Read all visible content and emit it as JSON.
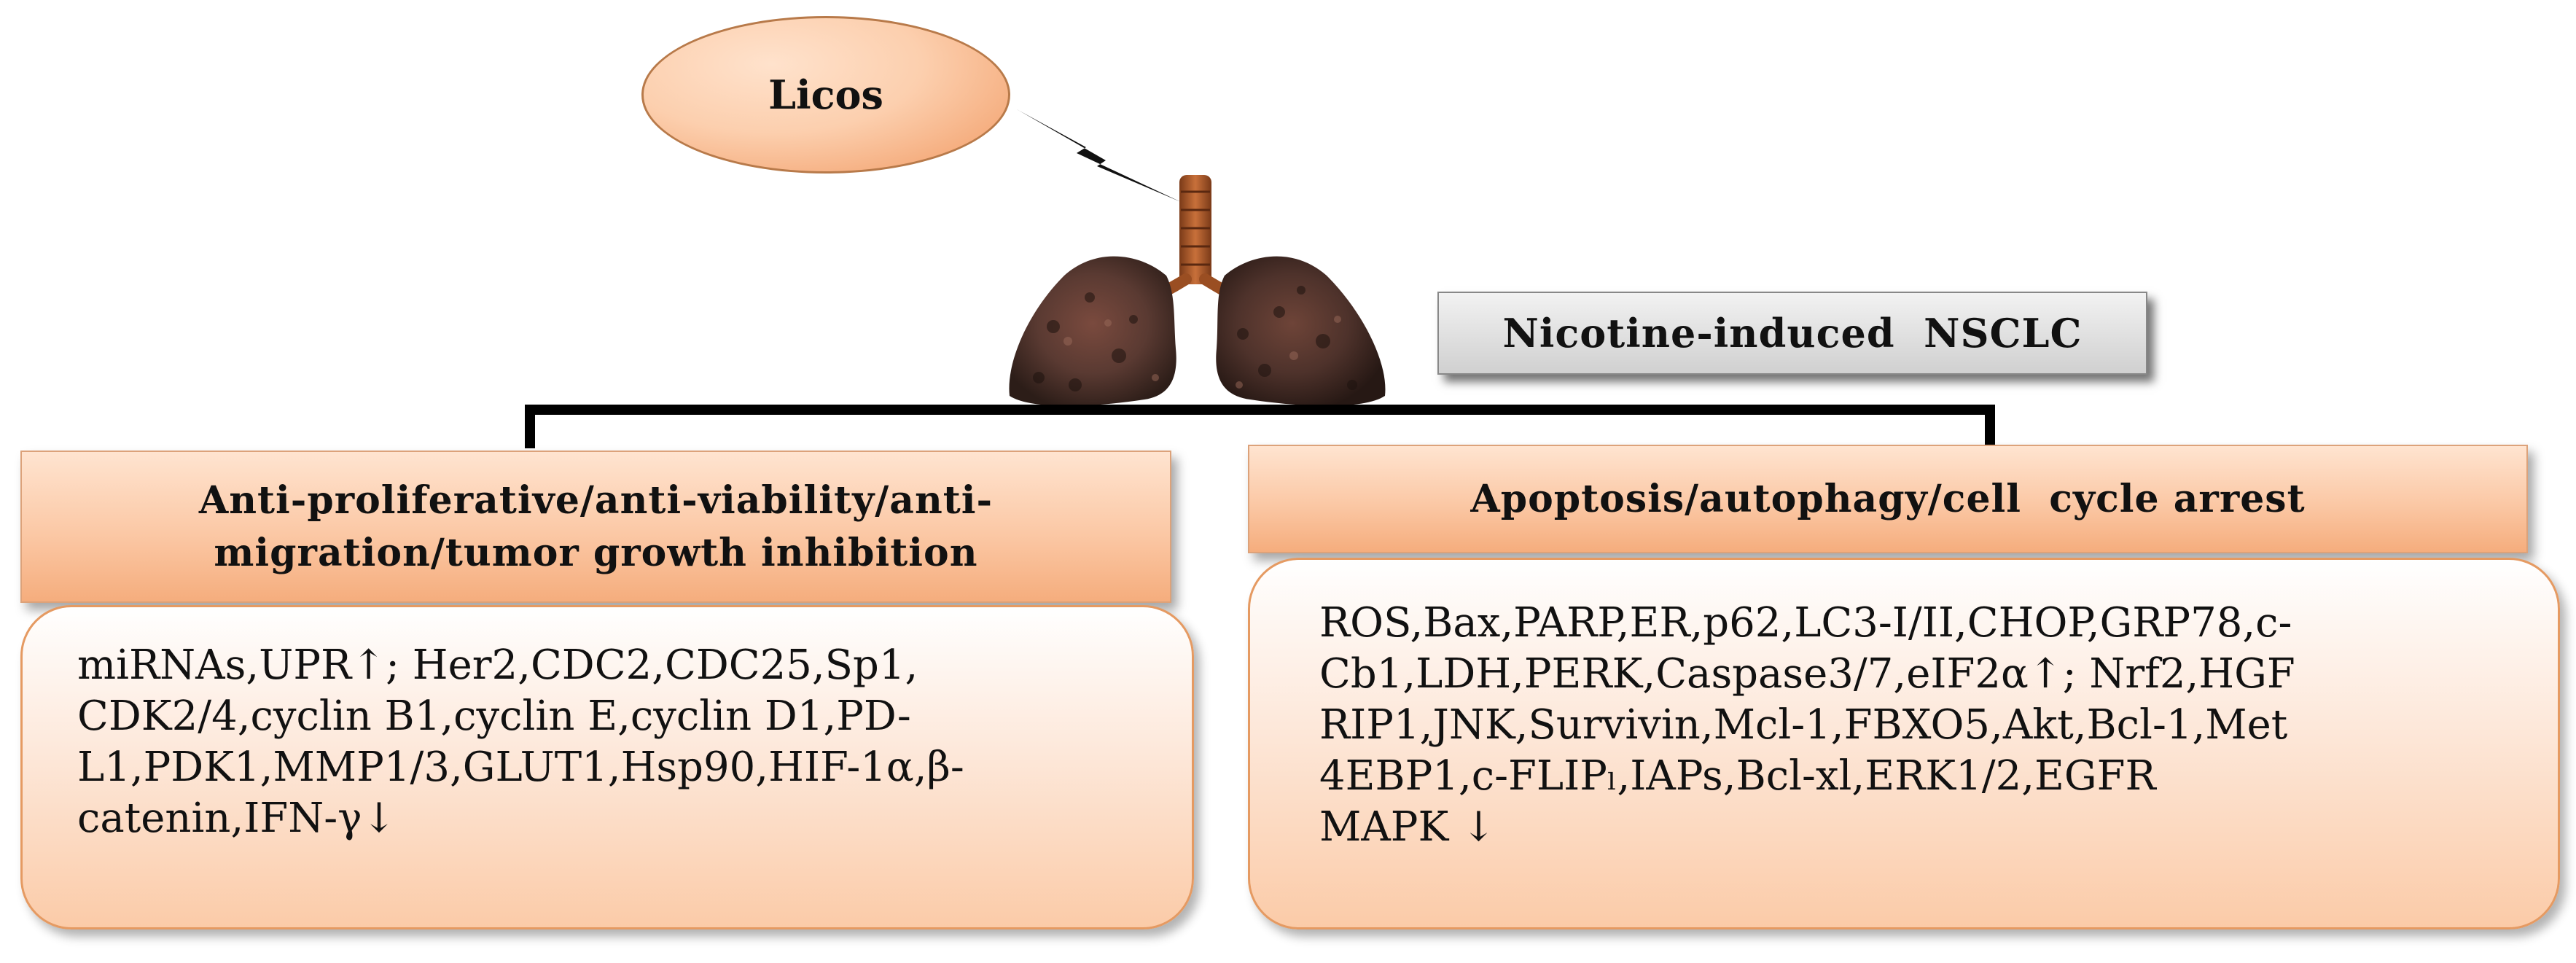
{
  "top_node": {
    "label": "Licos"
  },
  "target": {
    "label": "Nicotine-induced  NSCLC"
  },
  "left_branch": {
    "heading": "Anti-proliferative/anti-viability/anti-\nmigration/tumor  growth  inhibition",
    "body": "miRNAs,UPR↑; Her2,CDC2,CDC25,Sp1,\nCDK2/4,cyclin  B1,cyclin E,cyclin D1,PD-\nL1,PDK1,MMP1/3,GLUT1,Hsp90,HIF-1α,β-\ncatenin,IFN-γ↓"
  },
  "right_branch": {
    "heading": "Apoptosis/autophagy/cell  cycle arrest",
    "body": "ROS,Bax,PARP,ER,p62,LC3-I/II,CHOP,GRP78,c-\nCb1,LDH,PERK,Caspase3/7,eIF2α↑;  Nrf2,HGF\nRIP1,JNK,Survivin,Mcl-1,FBXO5,Akt,Bcl-1,Met\n4EBP1,c-FLIPₗ,IAPs,Bcl-xl,ERK1/2,EGFR\nMAPK ↓"
  },
  "colors": {
    "box_fill": "#fbc8a5",
    "box_border": "#e59a62",
    "lung_tissue": "#5a3a32",
    "trachea": "#b05a2a",
    "target_fill": "#d9d9d9",
    "connector": "#000000"
  },
  "icons": [
    "lightning-bolt-icon",
    "lungs-icon"
  ]
}
